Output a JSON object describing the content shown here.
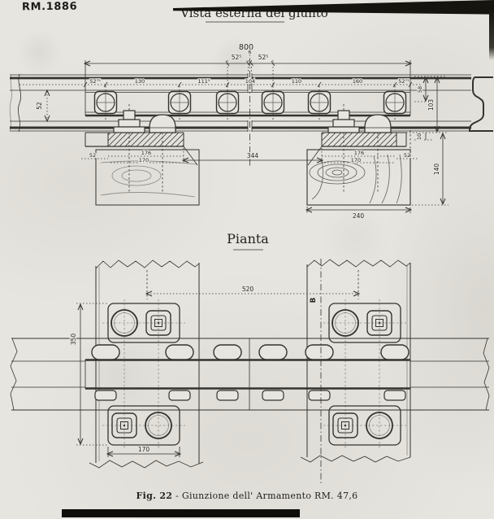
{
  "page": {
    "stamp": "RM.1886",
    "caption": {
      "fig": "Fig. 22",
      "sep": "-",
      "text": "Giunzione dell' Armamento RM. 47,6"
    }
  },
  "elevation": {
    "title": "Vista esterna del giunto",
    "dims": {
      "overall": "800",
      "joint_left": "52⁵",
      "joint_gap": "6",
      "joint_right": "52⁵",
      "chain": [
        "52⁷⁵",
        "130",
        "111⁵",
        "104",
        "110",
        "160",
        "52⁷⁵"
      ],
      "web_height": "52",
      "chair_left_edge": "52",
      "chair_left_top": "176",
      "chair_left_bottom": "170",
      "between_chairs": "344",
      "chair_right_top": "176",
      "chair_right_bottom": "170",
      "chair_right_edge": "52",
      "head_height": "58",
      "rail_height": "103",
      "foot_plate": "10",
      "sleeper_height": "140",
      "sleeper_width": "240"
    }
  },
  "plan": {
    "title": "Pianta",
    "dims": {
      "sleeper_spacing": "520",
      "section_mark": "B",
      "plate_length": "350",
      "plate_width": "170"
    }
  }
}
